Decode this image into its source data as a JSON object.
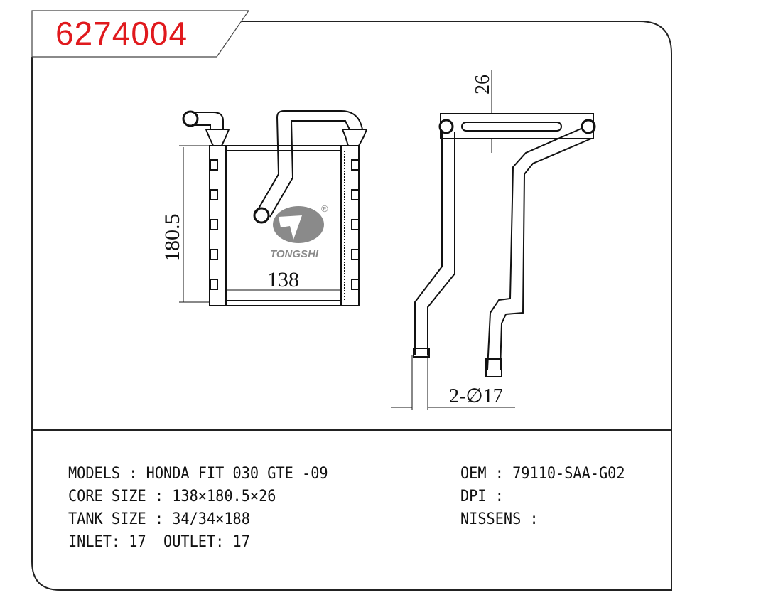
{
  "part_number": "6274004",
  "drawing": {
    "height_dim": "180.5",
    "width_dim": "138",
    "depth_dim": "26",
    "pipe_dim": "2-∅17",
    "logo_text": "TONGSHI",
    "logo_mark": "®"
  },
  "specs": {
    "models": "MODELS : HONDA FIT 030 GTE -09",
    "core_size": "CORE SIZE : 138×180.5×26",
    "tank_size": "TANK SIZE : 34/34×188",
    "inlet_outlet": "INLET: 17  OUTLET: 17",
    "oem": "OEM : 79110-SAA-G02",
    "dpi": "DPI :",
    "nissens": "NISSENS :"
  }
}
